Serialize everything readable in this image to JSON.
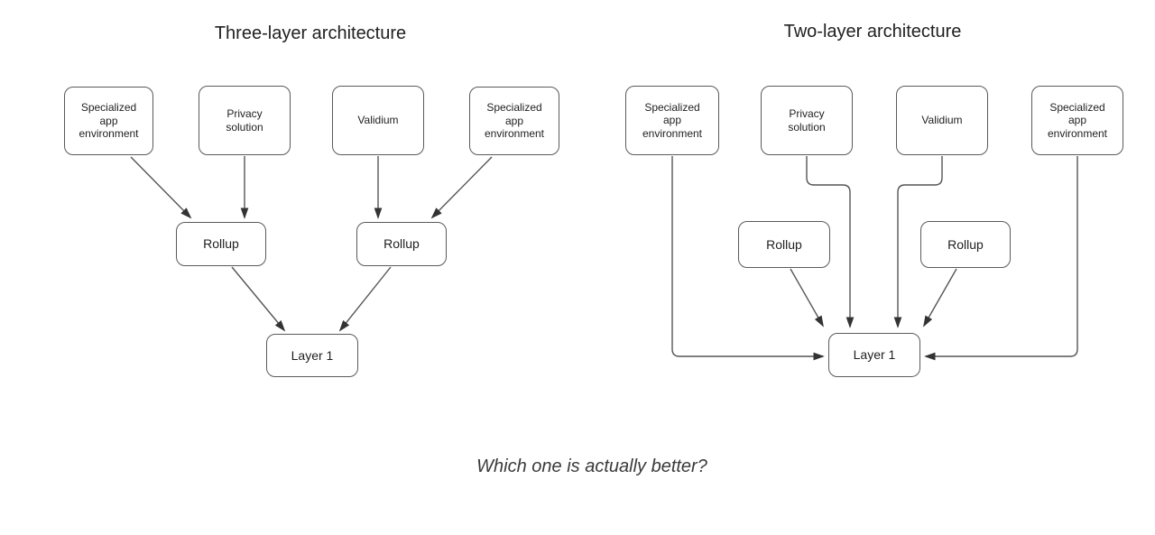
{
  "colors": {
    "background": "#ffffff",
    "box_border": "#5a5a5a",
    "box_fill": "#ffffff",
    "line": "#555555",
    "arrowhead": "#333333",
    "text": "#1f1f1f"
  },
  "diagrams": {
    "left": {
      "title": "Three-layer architecture",
      "nodes": [
        {
          "id": "sae-1",
          "label": "Specialized app environment"
        },
        {
          "id": "privacy",
          "label": "Privacy solution"
        },
        {
          "id": "validium",
          "label": "Validium"
        },
        {
          "id": "sae-2",
          "label": "Specialized app environment"
        },
        {
          "id": "rollup-1",
          "label": "Rollup"
        },
        {
          "id": "rollup-2",
          "label": "Rollup"
        },
        {
          "id": "layer-1",
          "label": "Layer 1"
        }
      ]
    },
    "right": {
      "title": "Two-layer architecture",
      "nodes": [
        {
          "id": "sae-1",
          "label": "Specialized app environment"
        },
        {
          "id": "privacy",
          "label": "Privacy solution"
        },
        {
          "id": "validium",
          "label": "Validium"
        },
        {
          "id": "sae-2",
          "label": "Specialized app environment"
        },
        {
          "id": "rollup-1",
          "label": "Rollup"
        },
        {
          "id": "rollup-2",
          "label": "Rollup"
        },
        {
          "id": "layer-1",
          "label": "Layer 1"
        }
      ]
    }
  },
  "caption": "Which one is actually better?"
}
